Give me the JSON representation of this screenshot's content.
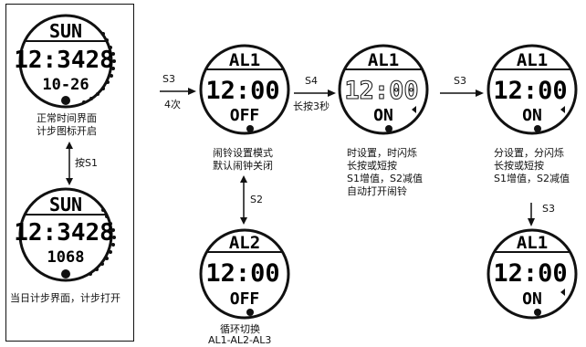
{
  "faces": {
    "normal": {
      "day": "SUN",
      "time": "12:3428",
      "date": "10-26"
    },
    "pedometer": {
      "day": "SUN",
      "time": "12:3428",
      "steps": "1068"
    },
    "alarm_mode": {
      "title": "AL1",
      "time": "12:00",
      "state": "OFF"
    },
    "alarm_hour": {
      "title": "AL1",
      "time": "12:00",
      "state": "ON"
    },
    "alarm_minute": {
      "title": "AL1",
      "time": "12:00",
      "state": "ON"
    },
    "alarm_minute_b": {
      "title": "AL1",
      "time": "12:00",
      "state": "ON"
    },
    "alarm_2": {
      "title": "AL2",
      "time": "12:00",
      "state": "OFF"
    }
  },
  "captions": {
    "normal": [
      "正常时间界面",
      "计步图标开启"
    ],
    "pedometer": [
      "当日计步界面，计步打开"
    ],
    "alarm_mode": [
      "闹铃设置模式",
      "默认闹钟关闭"
    ],
    "alarm_hour": [
      "时设置，时闪烁",
      "长按或短按",
      "S1增值，S2减值",
      "自动打开闹铃"
    ],
    "alarm_minute": [
      "分设置，分闪烁",
      "长按或短按",
      "S1增值，S2减值"
    ],
    "alarm_2": [
      "循环切换",
      "AL1-AL2-AL3"
    ]
  },
  "arrows": {
    "s1": "按S1",
    "s3_top": "S3",
    "s3_sub": "4次",
    "s4_top": "S4",
    "s4_sub": "长按3秒",
    "s3_b": "S3",
    "s2": "S2",
    "s3_c": "S3"
  }
}
